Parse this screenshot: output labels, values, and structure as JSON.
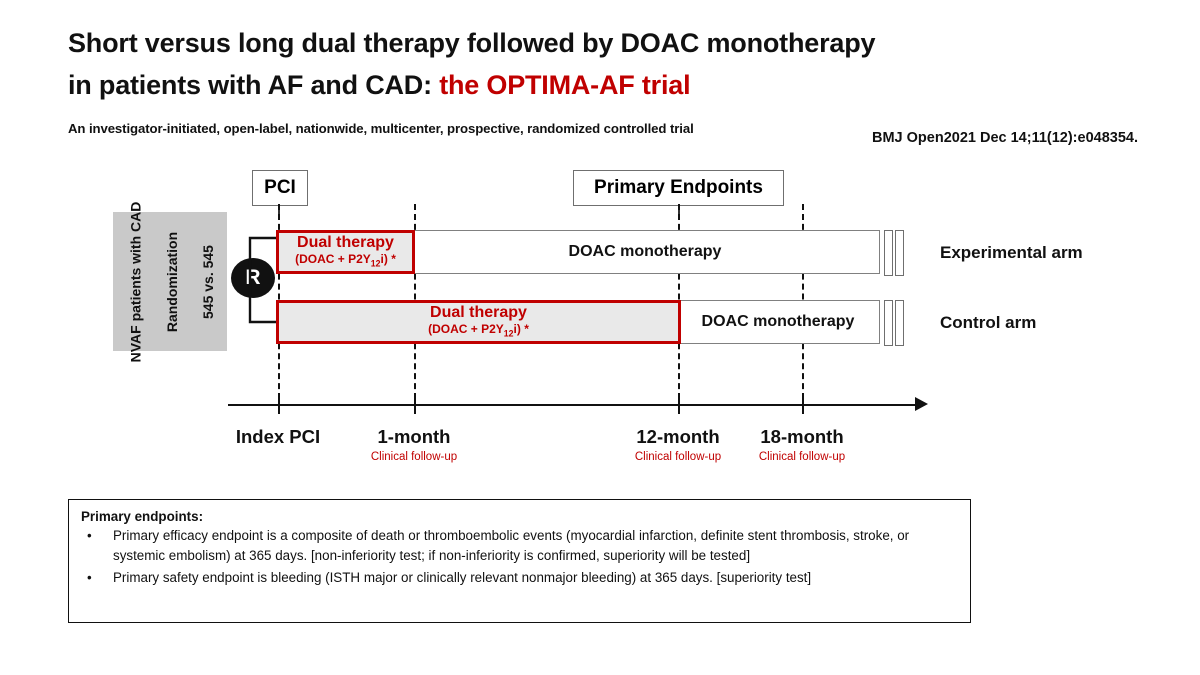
{
  "title": {
    "line1": "Short versus long dual therapy followed by DOAC monotherapy",
    "line2_plain": "in patients with AF and CAD: ",
    "line2_accent": "the OPTIMA-AF trial",
    "subtitle": "An investigator-initiated, open-label, nationwide, multicenter, prospective, randomized controlled trial",
    "citation": "BMJ Open2021 Dec 14;11(12):e048354."
  },
  "colors": {
    "accent_red": "#c00000",
    "box_gray_fill": "#e9e9e9",
    "rand_block_gray": "#c9c9c9",
    "axis_black": "#111111"
  },
  "diagram": {
    "randomization_block": {
      "lines": [
        "NVAF patients",
        "with CAD",
        "Randomization",
        "545 vs. 545"
      ],
      "col1": "NVAF patients with CAD",
      "col2": "Randomization",
      "col3": "545 vs. 545",
      "node_label": "R"
    },
    "top_boxes": [
      {
        "name": "pci",
        "label": "PCI"
      },
      {
        "name": "primary-endpoints",
        "label": "Primary Endpoints"
      }
    ],
    "arms": [
      {
        "id": "experimental",
        "arm_label": "Experimental arm",
        "segments": [
          {
            "type": "dual",
            "title": "Dual therapy",
            "detail_prefix": "(DOAC + P2Y",
            "detail_sub": "12",
            "detail_suffix": "i) *"
          },
          {
            "type": "mono",
            "title": "DOAC monotherapy"
          }
        ]
      },
      {
        "id": "control",
        "arm_label": "Control arm",
        "segments": [
          {
            "type": "dual",
            "title": "Dual therapy",
            "detail_prefix": "(DOAC + P2Y",
            "detail_sub": "12",
            "detail_suffix": "i) *"
          },
          {
            "type": "mono",
            "title": "DOAC monotherapy"
          }
        ]
      }
    ],
    "timeline": {
      "ticks": [
        {
          "main": "Index PCI",
          "sub": ""
        },
        {
          "main": "1-month",
          "sub": "Clinical follow-up"
        },
        {
          "main": "12-month",
          "sub": "Clinical follow-up"
        },
        {
          "main": "18-month",
          "sub": "Clinical follow-up"
        }
      ]
    }
  },
  "footer": {
    "title": "Primary endpoints:",
    "bullet": "•",
    "items": [
      "Primary efficacy endpoint is a composite of death or thromboembolic events (myocardial infarction, definite stent thrombosis, stroke, or systemic embolism) at 365 days. [non-inferiority test; if non-inferiority is confirmed, superiority will be tested]",
      "Primary safety endpoint is bleeding (ISTH major or clinically relevant nonmajor bleeding) at 365 days. [superiority test]"
    ]
  }
}
